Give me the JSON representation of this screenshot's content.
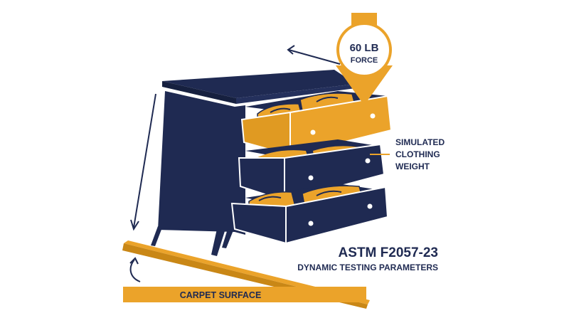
{
  "force": {
    "value_line": "60 LB",
    "unit_line": "FORCE"
  },
  "callout": {
    "line1": "SIMULATED",
    "line2": "CLOTHING",
    "line3": "WEIGHT"
  },
  "standard": {
    "title": "ASTM F2057-23",
    "subtitle": "DYNAMIC TESTING PARAMETERS"
  },
  "surface": {
    "label": "CARPET SURFACE"
  },
  "colors": {
    "navy": "#1f2a52",
    "orange": "#eba32a",
    "white": "#ffffff"
  }
}
